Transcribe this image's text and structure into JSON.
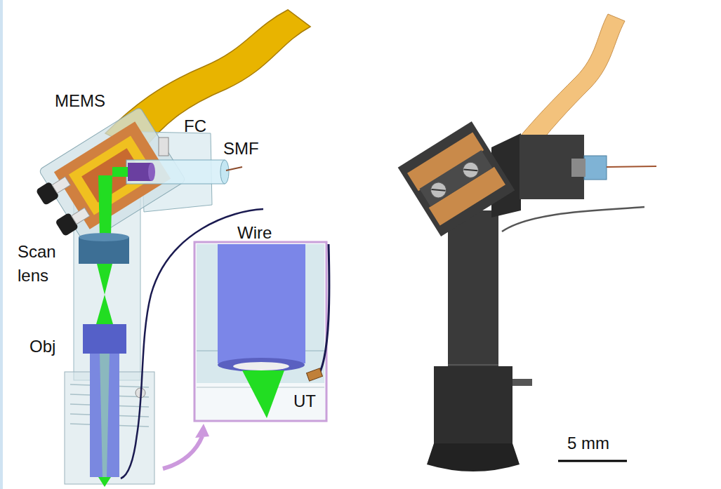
{
  "diagram": {
    "labels": [
      "MEMS",
      "FC",
      "SMF",
      "Scan lens",
      "Obj",
      "Wire",
      "UT",
      "5 mm"
    ]
  }
}
